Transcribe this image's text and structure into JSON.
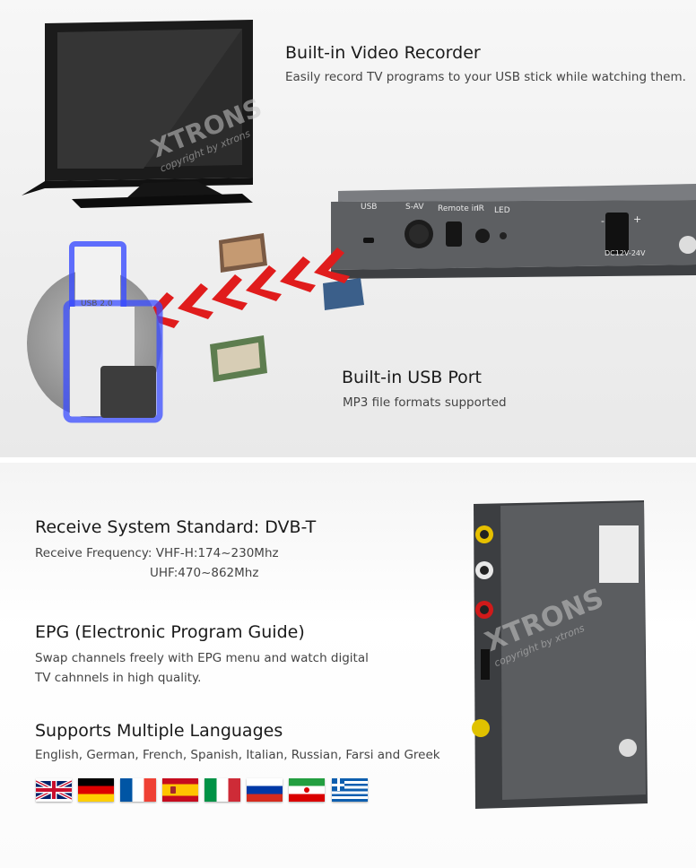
{
  "features": {
    "recorder": {
      "title": "Built-in Video Recorder",
      "desc": "Easily record TV programs to your USB stick while watching them."
    },
    "usb_port": {
      "title": "Built-in USB Port",
      "desc": "MP3 file formats supported"
    },
    "receive": {
      "title": "Receive System Standard: DVB-T",
      "freq1": "Receive Frequency: VHF-H:174~230Mhz",
      "freq2": "UHF:470~862Mhz"
    },
    "epg": {
      "title": "EPG (Electronic Program Guide)",
      "line1": "Swap channels freely with EPG menu and watch digital",
      "line2": "TV cahnnels in high quality."
    },
    "languages": {
      "title": "Supports Multiple Languages",
      "desc": "English, German, French, Spanish, Italian, Russian, Farsi and Greek"
    }
  },
  "device_labels": {
    "usb": "USB",
    "sav": "S-AV",
    "remote": "Remote in",
    "ir": "IR",
    "led": "LED",
    "minus": "-",
    "plus": "+",
    "power": "DC12V-24V"
  },
  "usb_stick_label": "USB 2.0",
  "watermark": {
    "brand": "XTRONS",
    "copyright": "copyright by xtrons"
  },
  "flags": [
    "uk-flag",
    "germany-flag",
    "france-flag",
    "spain-flag",
    "italy-flag",
    "russia-flag",
    "iran-flag",
    "greece-flag"
  ],
  "colors": {
    "arrow_red": "#e01c1c",
    "usb_glow": "#3a4cff",
    "device_gray": "#5d5f62"
  }
}
